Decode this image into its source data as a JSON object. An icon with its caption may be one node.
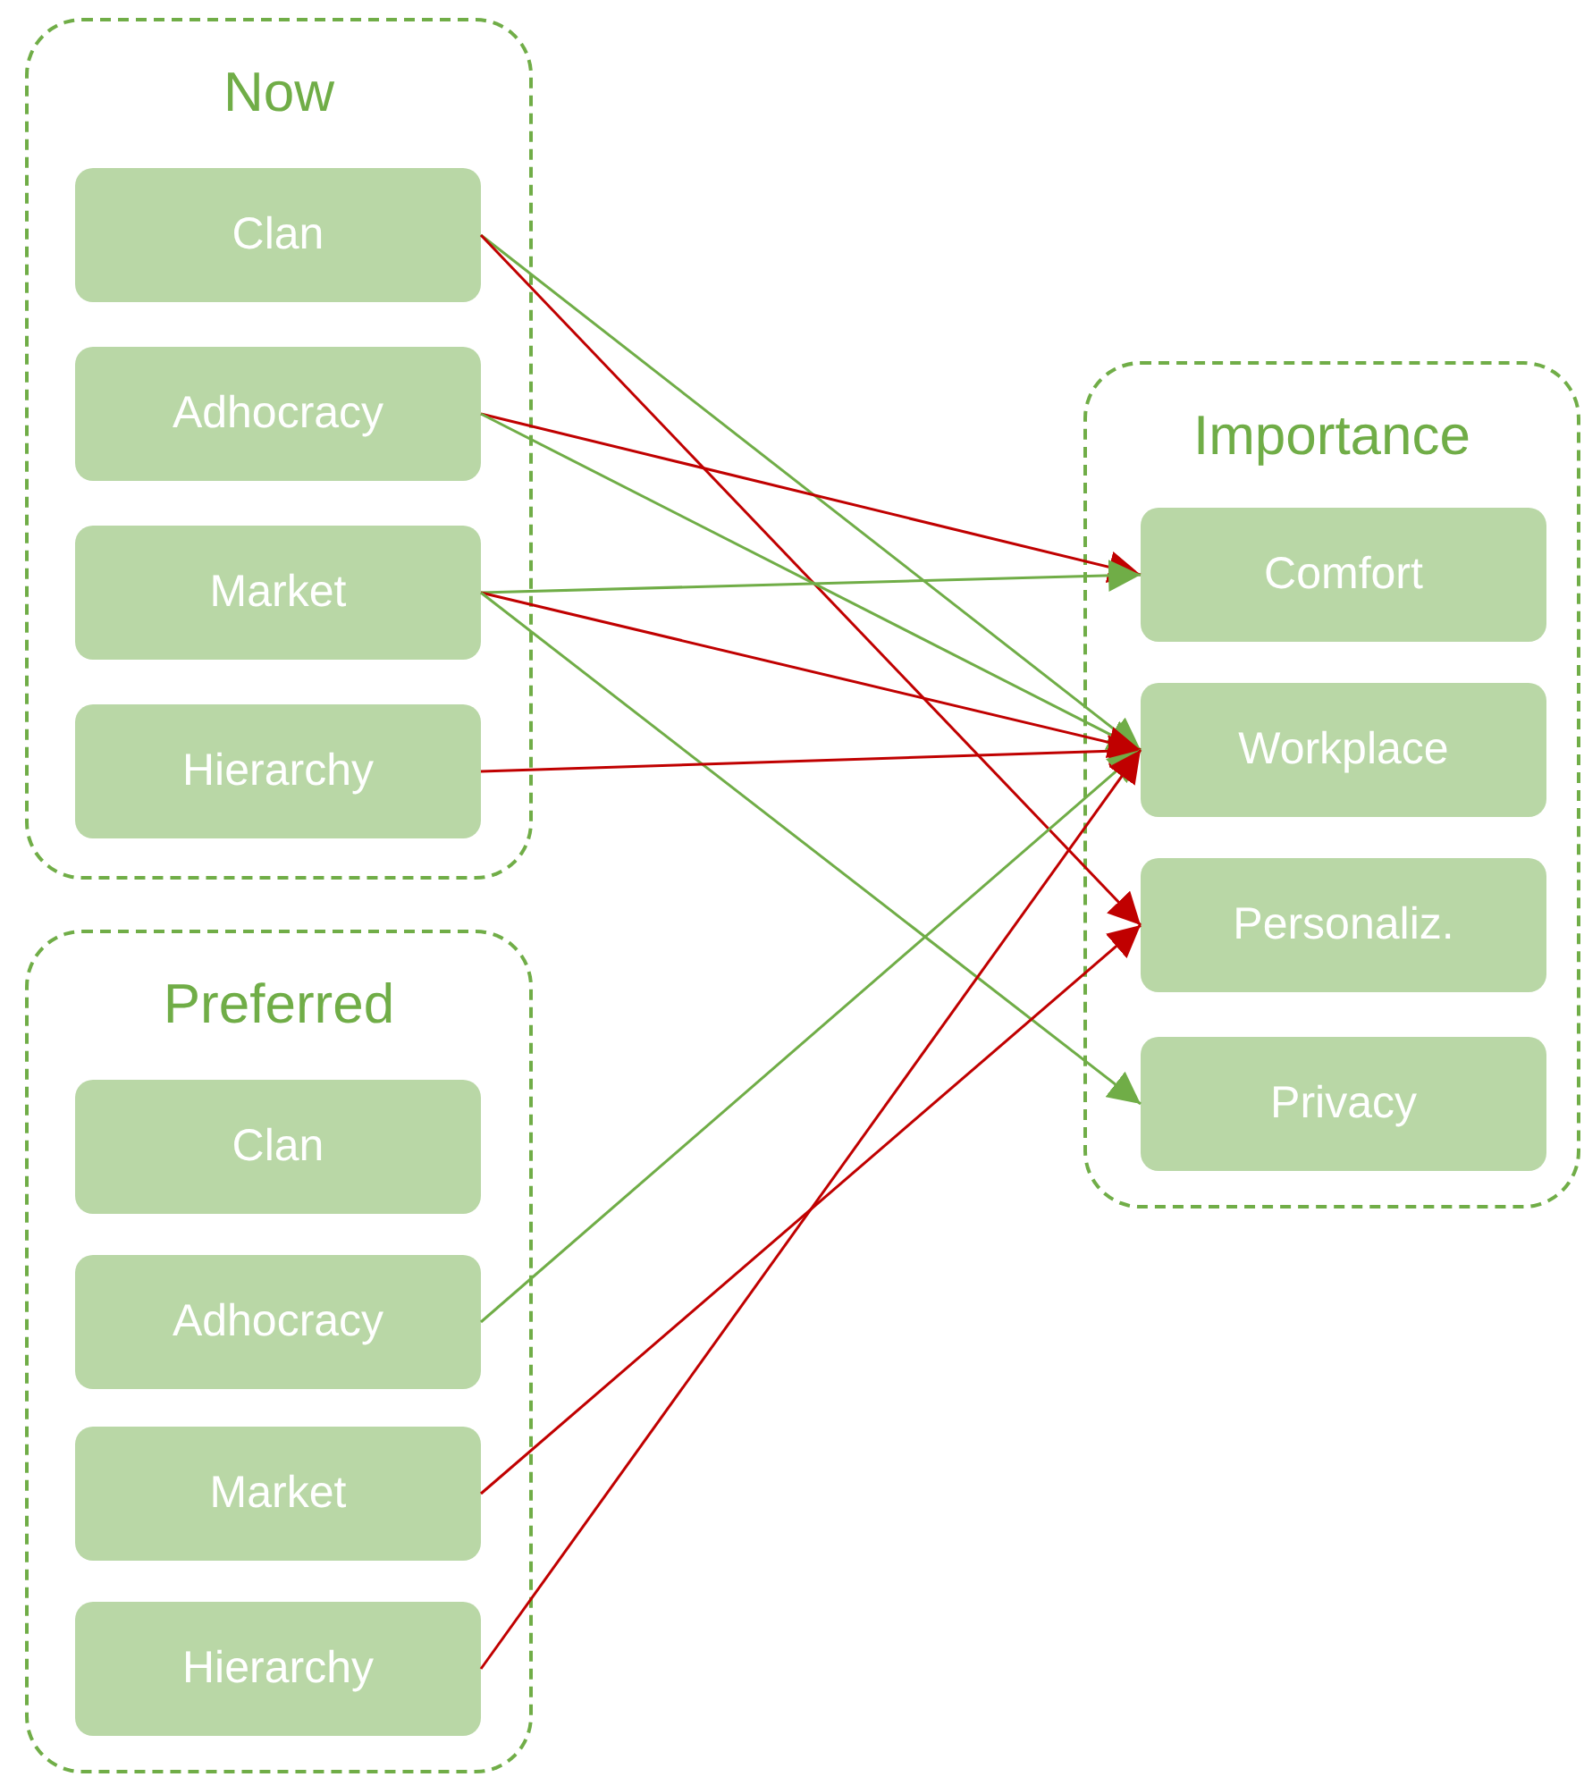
{
  "diagram": {
    "nodes": [
      {
        "text": [
          "Now"
        ]
      },
      {
        "text": [
          "Clan"
        ],
        "in": 0
      },
      {
        "text": [
          "Adhocracy"
        ],
        "in": 0
      },
      {
        "text": [
          "Market"
        ],
        "in": 0
      },
      {
        "text": [
          "Hierarchy"
        ],
        "in": 0
      },
      {
        "text": [
          "Preferred"
        ]
      },
      {
        "text": [
          "Clan"
        ],
        "in": 5
      },
      {
        "text": [
          "Adhocracy"
        ],
        "in": 5
      },
      {
        "text": [
          "Market"
        ],
        "in": 5
      },
      {
        "text": [
          "Hierarchy"
        ],
        "in": 5
      },
      {
        "text": [
          "Importance"
        ]
      },
      {
        "text": [
          "Comfort"
        ],
        "in": 10
      },
      {
        "text": [
          "Workplace"
        ],
        "in": 10
      },
      {
        "text": [
          "Personaliz."
        ],
        "in": 10
      },
      {
        "text": [
          "Privacy"
        ],
        "in": 10
      }
    ],
    "edges": [
      {
        "from": 1,
        "to": 12,
        "arrow": "to",
        "color": "#70ad47"
      },
      {
        "from": 1,
        "to": 13,
        "arrow": "to"
      },
      {
        "from": 2,
        "to": 11,
        "arrow": "to"
      },
      {
        "from": 2,
        "to": 12,
        "arrow": "to",
        "color": "#70ad47"
      },
      {
        "from": 3,
        "to": 11,
        "arrow": "to",
        "color": "#70ad47"
      },
      {
        "from": 3,
        "to": 12,
        "arrow": "to"
      },
      {
        "from": 3,
        "to": 14,
        "arrow": "to",
        "color": "#70ad47"
      },
      {
        "from": 4,
        "to": 12,
        "arrow": "to"
      },
      {
        "from": 7,
        "to": 12,
        "arrow": "to",
        "color": "#70ad47"
      },
      {
        "from": 8,
        "to": 13,
        "arrow": "to"
      },
      {
        "from": 9,
        "to": 12,
        "arrow": "to"
      }
    ]
  }
}
